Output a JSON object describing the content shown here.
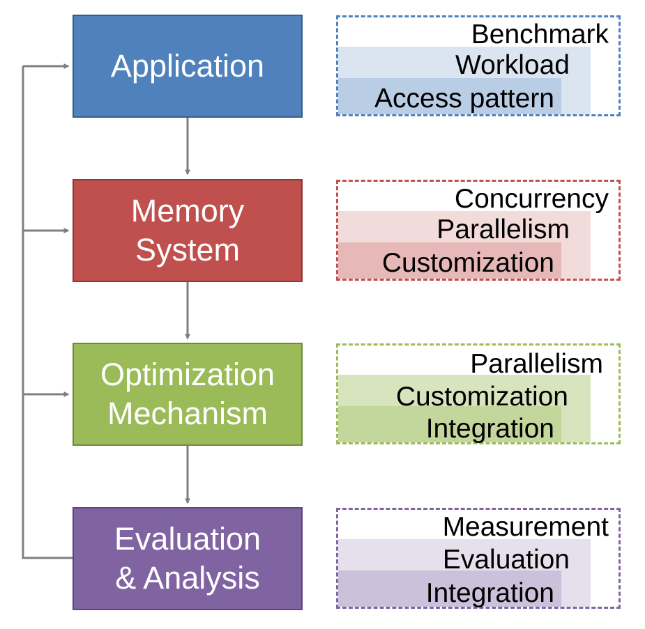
{
  "colors": {
    "connector": "#7f7f7f",
    "application": {
      "fill": "#4f81bd",
      "border": "#385d8a",
      "dash": "#4f81bd",
      "band_light": "#dbe5f1",
      "band_dark": "#b9cde5"
    },
    "memory_system": {
      "fill": "#c0504d",
      "border": "#8c3836",
      "dash": "#c0504d",
      "band_light": "#f2dcdb",
      "band_dark": "#e6b9b8"
    },
    "optimization": {
      "fill": "#9bbb59",
      "border": "#71893f",
      "dash": "#9bbb59",
      "band_light": "#d7e4bd",
      "band_dark": "#c3d69b"
    },
    "evaluation": {
      "fill": "#8064a2",
      "border": "#5c4776",
      "dash": "#8064a2",
      "band_light": "#e5e0ec",
      "band_dark": "#ccc1da"
    }
  },
  "stages": [
    {
      "id": "application",
      "label": "Application",
      "terms": [
        "Benchmark",
        "Workload",
        "Access pattern"
      ]
    },
    {
      "id": "memory_system",
      "label": "Memory\nSystem",
      "terms": [
        "Concurrency",
        "Parallelism",
        "Customization"
      ]
    },
    {
      "id": "optimization",
      "label": "Optimization\nMechanism",
      "terms": [
        "Parallelism",
        "Customization",
        "Integration"
      ]
    },
    {
      "id": "evaluation",
      "label": "Evaluation\n& Analysis",
      "terms": [
        "Measurement",
        "Evaluation",
        "Integration"
      ]
    }
  ]
}
